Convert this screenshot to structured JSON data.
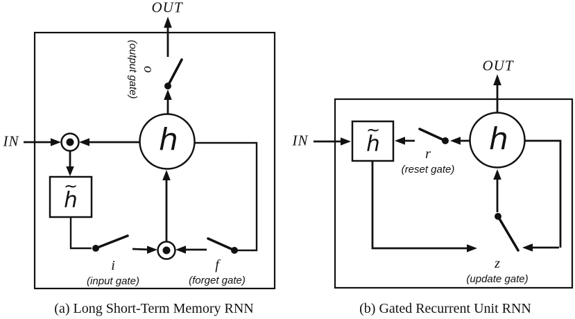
{
  "colors": {
    "ink": "#111111",
    "background": "#ffffff"
  },
  "lstm": {
    "in_label": "IN",
    "out_label": "OUT",
    "state_label": "h",
    "candidate": {
      "tilde": "~",
      "letter": "h"
    },
    "gates": {
      "output": {
        "symbol": "o",
        "name": "(output gate)"
      },
      "input": {
        "symbol": "i",
        "name": "(input gate)"
      },
      "forget": {
        "symbol": "f",
        "name": "(forget gate)"
      }
    },
    "caption": "(a) Long Short-Term Memory RNN"
  },
  "gru": {
    "in_label": "IN",
    "out_label": "OUT",
    "state_label": "h",
    "candidate": {
      "tilde": "~",
      "letter": "h"
    },
    "gates": {
      "reset": {
        "symbol": "r",
        "name": "(reset gate)"
      },
      "update": {
        "symbol": "z",
        "name": "(update gate)"
      }
    },
    "caption": "(b) Gated Recurrent Unit RNN"
  }
}
